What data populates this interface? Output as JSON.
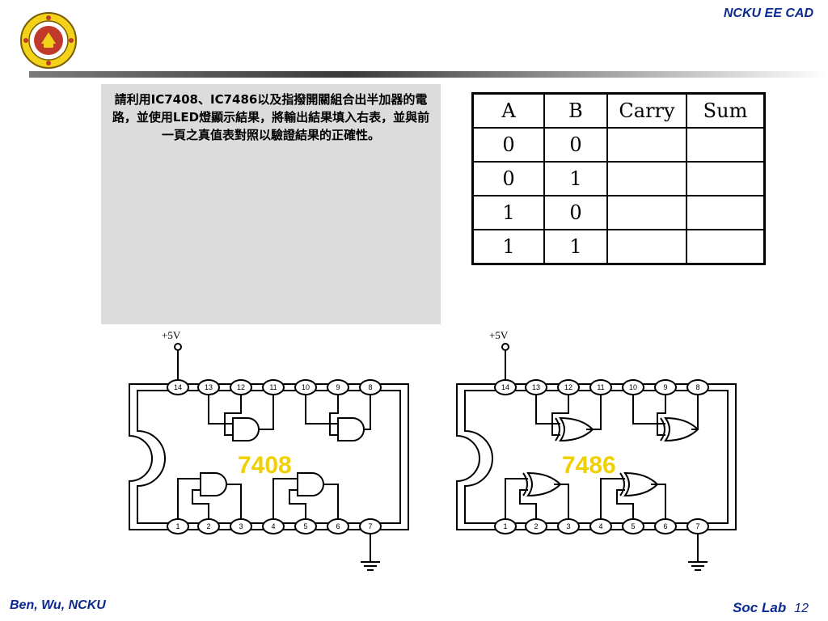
{
  "header": {
    "brand": "NCKU EE CAD"
  },
  "instructions": "請利用IC7408、IC7486以及指撥開關組合出半加器的電路，並使用LED燈顯示結果，將輸出結果填入右表，並與前一頁之真值表對照以驗證結果的正確性。",
  "truth_table": {
    "headers": [
      "A",
      "B",
      "Carry",
      "Sum"
    ],
    "rows": [
      [
        "0",
        "0",
        "",
        ""
      ],
      [
        "0",
        "1",
        "",
        ""
      ],
      [
        "1",
        "0",
        "",
        ""
      ],
      [
        "1",
        "1",
        "",
        ""
      ]
    ]
  },
  "circuits": [
    {
      "label": "7408",
      "supply": "+5V",
      "gate": "and-gate-icon"
    },
    {
      "label": "7486",
      "supply": "+5V",
      "gate": "xor-gate-icon"
    }
  ],
  "pins": {
    "top": [
      "14",
      "13",
      "12",
      "11",
      "10",
      "9",
      "8"
    ],
    "bottom": [
      "1",
      "2",
      "3",
      "4",
      "5",
      "6",
      "7"
    ]
  },
  "footer": {
    "author": "Ben, Wu, NCKU",
    "course": "Soc Lab",
    "page": "12"
  },
  "colors": {
    "brand_text": "#0b2a8f",
    "chip_label": "#f0d000",
    "text_box_bg": "#dcdcdc"
  }
}
